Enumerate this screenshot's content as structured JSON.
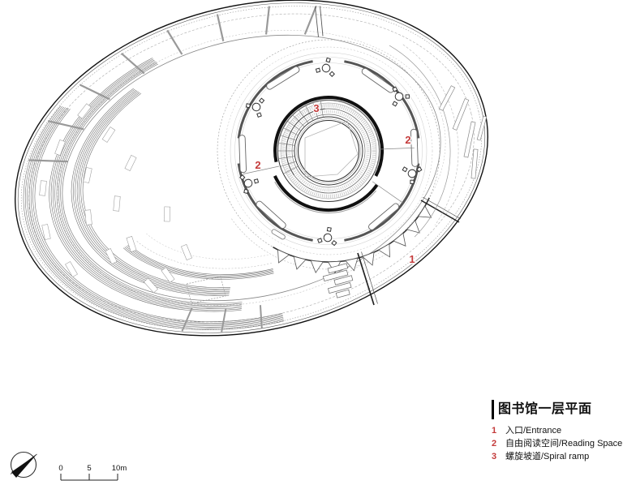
{
  "colors": {
    "accent": "#c43b3b",
    "line": "#333333"
  },
  "legend": {
    "title": "图书馆一层平面",
    "items": [
      {
        "number": "1",
        "label": "入口/Entrance"
      },
      {
        "number": "2",
        "label": "自由阅读空间/Reading Space"
      },
      {
        "number": "3",
        "label": "螺旋坡道/Spiral ramp"
      }
    ]
  },
  "plan": {
    "markers": [
      {
        "number": "3"
      },
      {
        "number": "2"
      },
      {
        "number": "2"
      },
      {
        "number": "1"
      }
    ]
  },
  "scale_bar": {
    "labels": [
      "0",
      "5",
      "10m"
    ]
  },
  "icons": {
    "north_arrow": "compass-needle-icon"
  }
}
